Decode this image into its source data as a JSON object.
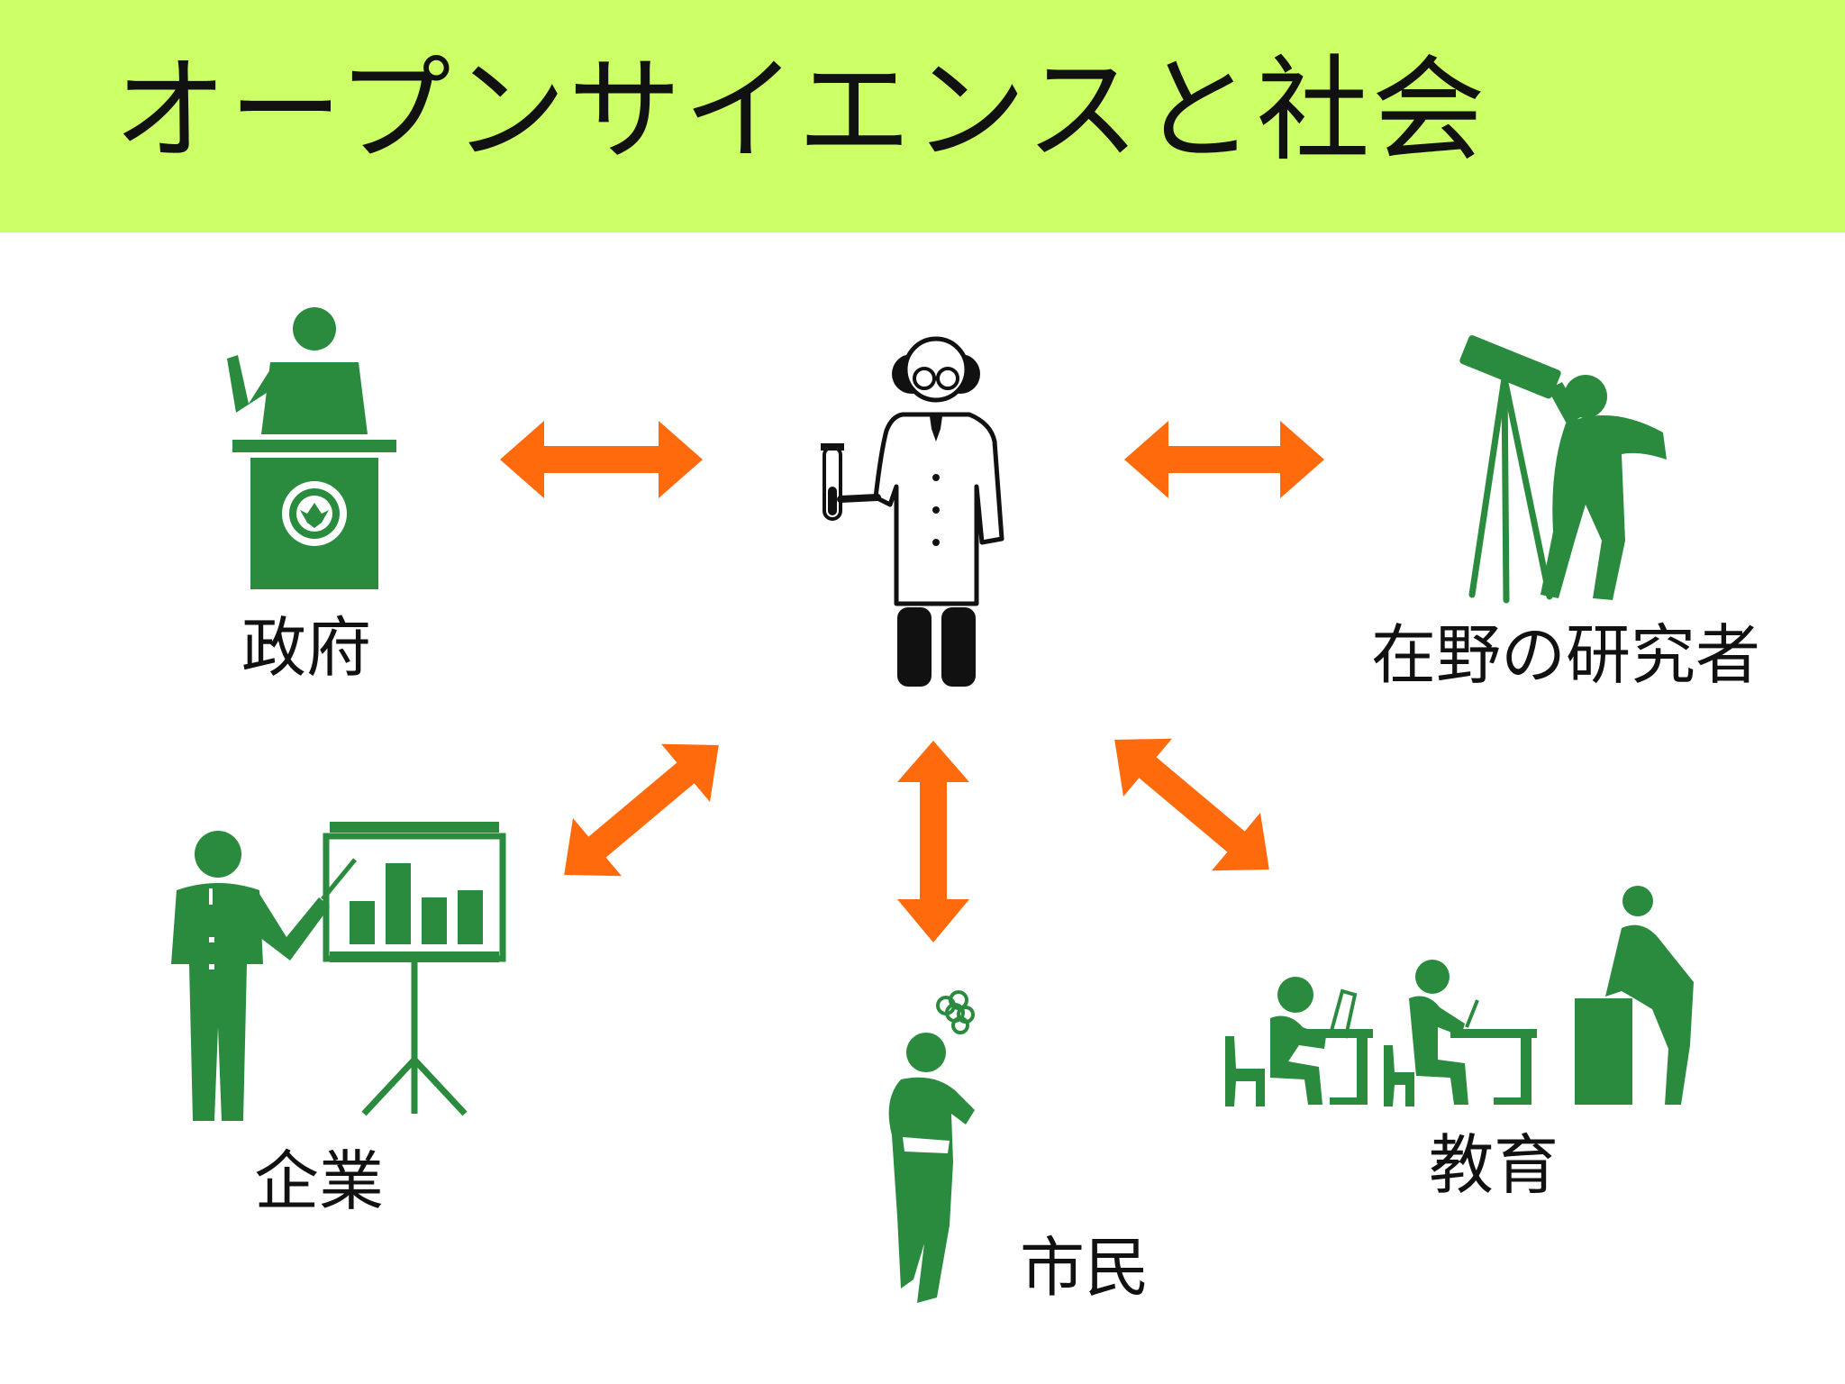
{
  "title": "オープンサイエンスと社会",
  "colors": {
    "header_bg": "#ccff66",
    "icon_green": "#2a8b3e",
    "arrow_orange": "#ff6a0d",
    "scientist": "#111111"
  },
  "center": {
    "icon": "scientist-icon"
  },
  "nodes": [
    {
      "id": "government",
      "label": "政府",
      "icon": "podium-speaker-icon"
    },
    {
      "id": "independent-researcher",
      "label": "在野の研究者",
      "icon": "telescope-observer-icon"
    },
    {
      "id": "business",
      "label": "企業",
      "icon": "presenter-chart-icon"
    },
    {
      "id": "citizen",
      "label": "市民",
      "icon": "thinking-person-icon"
    },
    {
      "id": "education",
      "label": "教育",
      "icon": "classroom-icon"
    }
  ],
  "connections": [
    {
      "from": "center",
      "to": "government",
      "type": "bidirectional"
    },
    {
      "from": "center",
      "to": "independent-researcher",
      "type": "bidirectional"
    },
    {
      "from": "center",
      "to": "business",
      "type": "bidirectional"
    },
    {
      "from": "center",
      "to": "citizen",
      "type": "bidirectional"
    },
    {
      "from": "center",
      "to": "education",
      "type": "bidirectional"
    }
  ]
}
